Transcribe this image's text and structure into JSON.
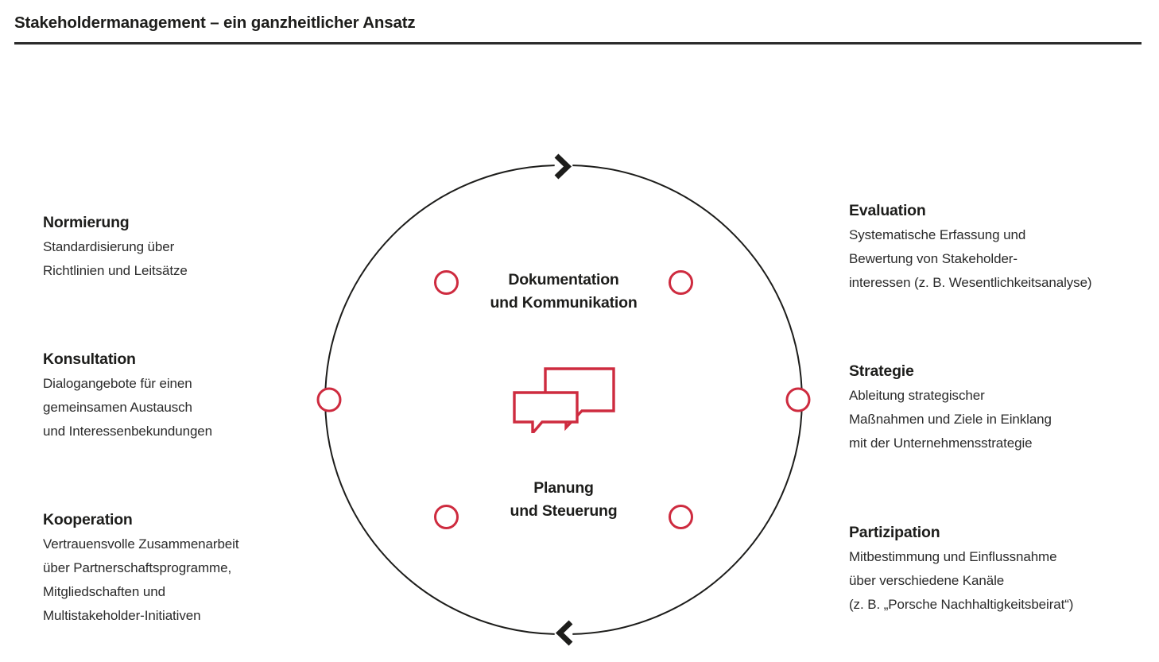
{
  "header": {
    "title": "Stakeholdermanagement – ein ganzheitlicher Ansatz"
  },
  "colors": {
    "accent_red": "#CE2B3F",
    "ring_line": "#1d1d1b",
    "text": "#1d1d1b",
    "background": "#ffffff"
  },
  "center": {
    "top_label": "Dokumentation\nund Kommunikation",
    "bottom_label": "Planung\nund Steuerung",
    "icon": "speech-bubbles-icon"
  },
  "cycle": {
    "arrow_top": "chevron-right-icon",
    "arrow_bottom": "chevron-left-icon",
    "node_count": 6
  },
  "stages": [
    {
      "id": "normierung",
      "side": "left",
      "title": "Normierung",
      "description": "Standardisierung über\nRichtlinien und Leitsätze"
    },
    {
      "id": "konsultation",
      "side": "left",
      "title": "Konsultation",
      "description": "Dialogangebote für einen\ngemeinsamen Austausch\nund Interessenbekundungen"
    },
    {
      "id": "kooperation",
      "side": "left",
      "title": "Kooperation",
      "description": "Vertrauensvolle Zusammenarbeit\nüber Partnerschaftsprogramme,\nMitgliedschaften und\nMultistakeholder-Initiativen"
    },
    {
      "id": "evaluation",
      "side": "right",
      "title": "Evaluation",
      "description": "Systematische Erfassung und\nBewertung von Stakeholder-\ninteressen (z. B. Wesentlichkeitsanalyse)"
    },
    {
      "id": "strategie",
      "side": "right",
      "title": "Strategie",
      "description": "Ableitung strategischer\nMaßnahmen und Ziele in Einklang\nmit der Unternehmensstrategie"
    },
    {
      "id": "partizipation",
      "side": "right",
      "title": "Partizipation",
      "description": "Mitbestimmung und Einflussnahme\nüber verschiedene Kanäle\n(z. B. „Porsche Nachhaltigkeitsbeirat“)"
    }
  ]
}
